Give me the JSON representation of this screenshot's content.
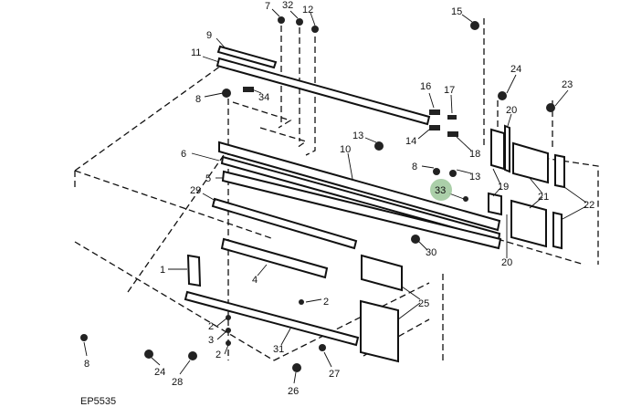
{
  "figure_id": "EP5535",
  "highlight_color": "#9cc79a",
  "callouts": [
    "7",
    "32",
    "12",
    "15",
    "9",
    "11",
    "8",
    "34",
    "24",
    "23",
    "16",
    "17",
    "20",
    "13",
    "14",
    "18",
    "6",
    "10",
    "8",
    "13",
    "5",
    "33",
    "19",
    "21",
    "22",
    "29",
    "30",
    "20",
    "1",
    "4",
    "2",
    "25",
    "2",
    "3",
    "2",
    "8",
    "24",
    "31",
    "28",
    "27",
    "26"
  ]
}
